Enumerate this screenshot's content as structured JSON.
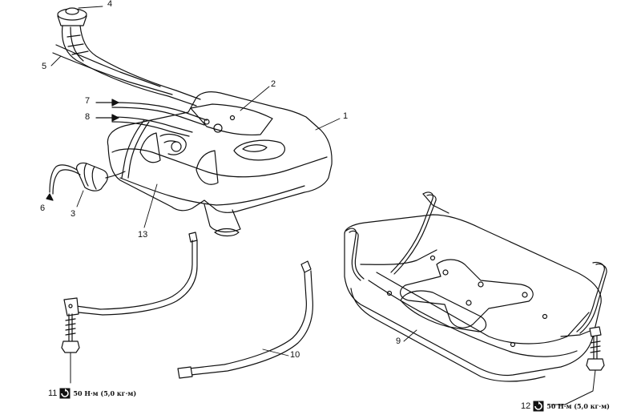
{
  "callouts": {
    "c1": "1",
    "c2": "2",
    "c3": "3",
    "c4": "4",
    "c5": "5",
    "c6": "6",
    "c7": "7",
    "c8": "8",
    "c9": "9",
    "c10": "10",
    "c11": "11",
    "c12": "12",
    "c13": "13"
  },
  "torque": {
    "left_value": "50 Н·м (5,0 кг·м)",
    "right_value": "50 Н·м (5,0 кг·м)"
  },
  "colors": {
    "ink": "#111111",
    "paper": "#ffffff"
  },
  "icons": {
    "torque": "torque-wrench-icon",
    "arrow": "flow-arrow-icon"
  }
}
